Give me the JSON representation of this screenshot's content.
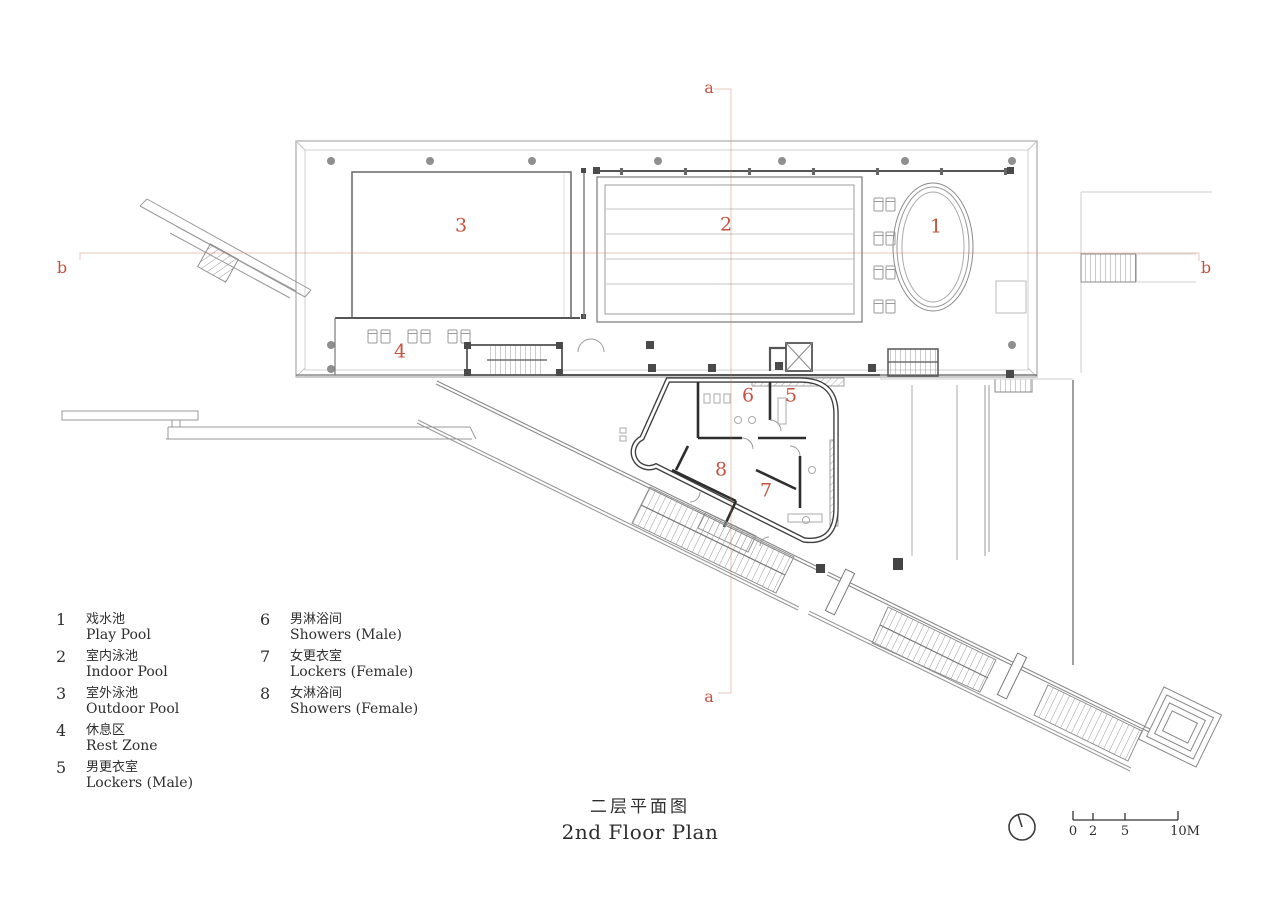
{
  "accent_color": "#c7523f",
  "section_markers": {
    "a_top": "a",
    "a_bottom": "a",
    "b_left": "b",
    "b_right": "b"
  },
  "room_labels": {
    "r1": "1",
    "r2": "2",
    "r3": "3",
    "r4": "4",
    "r5": "5",
    "r6": "6",
    "r7": "7",
    "r8": "8"
  },
  "legend": {
    "items": [
      {
        "num": "1",
        "zh": "戏水池",
        "en": "Play Pool"
      },
      {
        "num": "2",
        "zh": "室内泳池",
        "en": "Indoor Pool"
      },
      {
        "num": "3",
        "zh": "室外泳池",
        "en": "Outdoor Pool"
      },
      {
        "num": "4",
        "zh": "休息区",
        "en": "Rest Zone"
      },
      {
        "num": "5",
        "zh": "男更衣室",
        "en": "Lockers (Male)"
      },
      {
        "num": "6",
        "zh": "男淋浴间",
        "en": "Showers (Male)"
      },
      {
        "num": "7",
        "zh": "女更衣室",
        "en": "Lockers (Female)"
      },
      {
        "num": "8",
        "zh": "女淋浴间",
        "en": "Showers (Female)"
      }
    ]
  },
  "title": {
    "zh": "二层平面图",
    "en": "2nd Floor Plan"
  },
  "scale_bar": {
    "labels": [
      "0",
      "2",
      "5",
      "10M"
    ]
  },
  "icons": {
    "north_indicator": "north-indicator-icon"
  }
}
